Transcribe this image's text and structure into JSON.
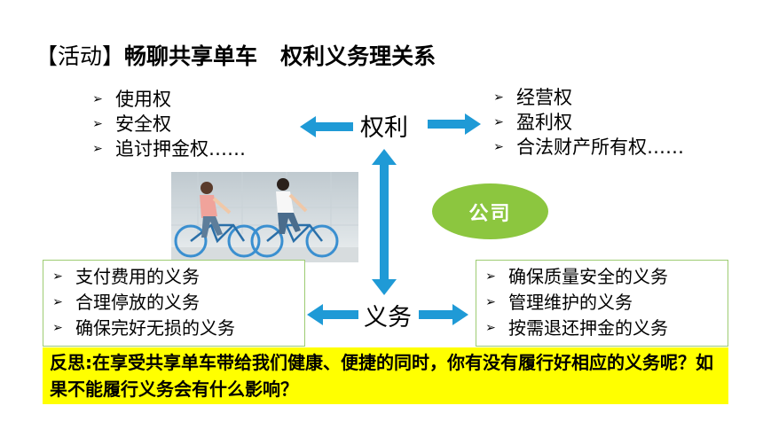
{
  "title": {
    "bracket_open": "【",
    "activity": "活动",
    "bracket_close": "】",
    "topic": "畅聊共享单车",
    "subtopic": "权利义务理关系"
  },
  "user_rights": {
    "items": [
      "使用权",
      "安全权",
      "追讨押金权……"
    ]
  },
  "company_rights": {
    "items": [
      "经营权",
      "盈利权",
      "合法财产所有权……"
    ]
  },
  "labels": {
    "rights": "权利",
    "duties": "义务",
    "company": "公司"
  },
  "user_duties": {
    "items": [
      "支付费用的义务",
      "合理停放的义务",
      "确保完好无损的义务"
    ]
  },
  "company_duties": {
    "items": [
      "确保质量安全的义务",
      "管理维护的义务",
      "按需退还押金的义务"
    ]
  },
  "reflection": {
    "text": "反思:在享受共享单车带给我们健康、便捷的同时，你有没有履行好相应的义务呢？如果不能履行义务会有什么影响？"
  },
  "icons": {
    "bullet": "arrow-bullet-icon",
    "arrow_color": "#1f9ad6",
    "oval_color": "#8cc63f",
    "highlight_color": "#ffff00"
  }
}
